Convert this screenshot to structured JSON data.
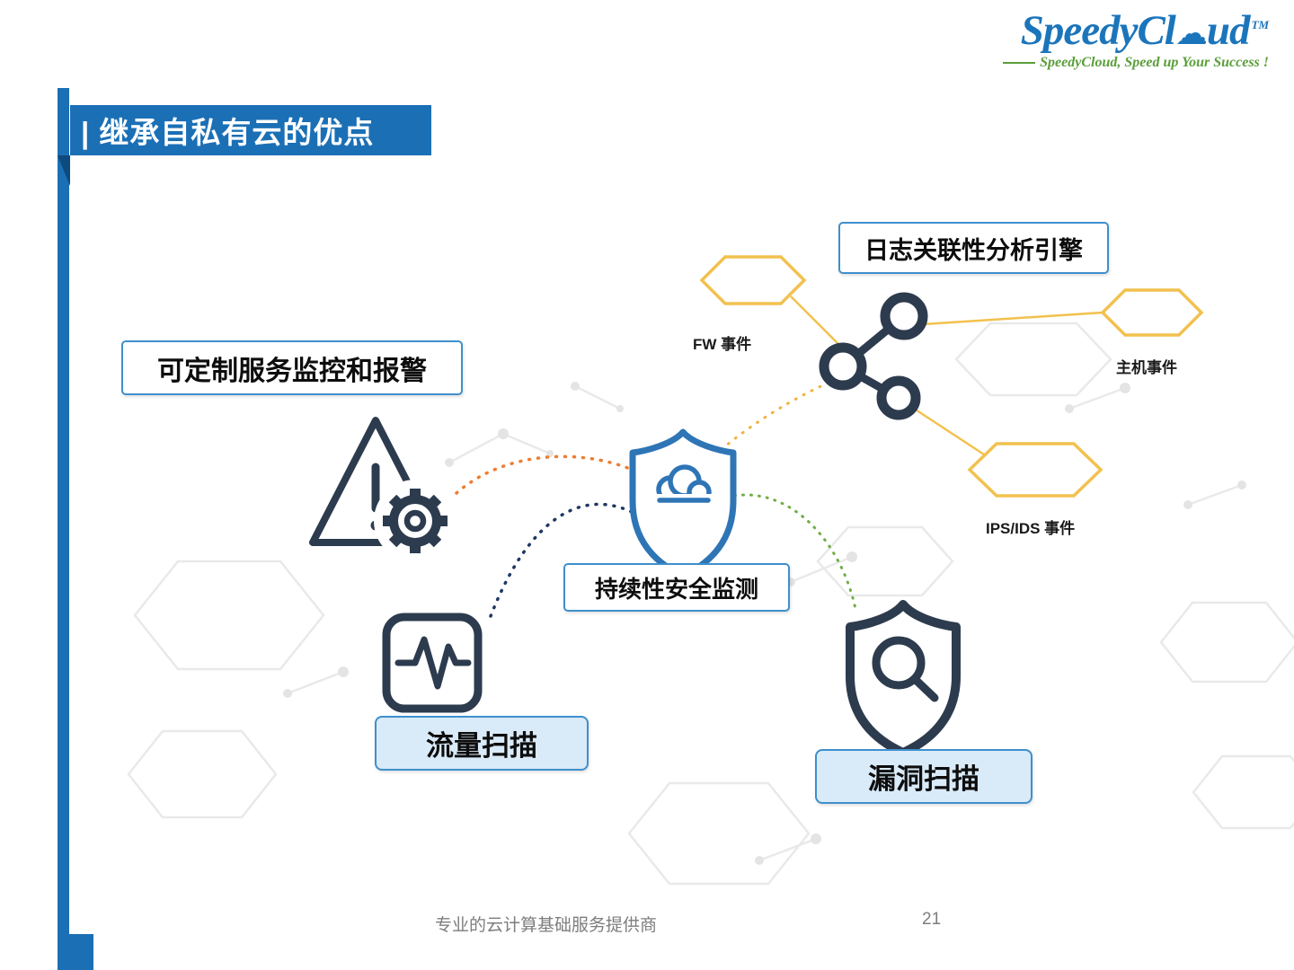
{
  "header": {
    "title": "| 继承自私有云的优点"
  },
  "logo": {
    "brand_prefix": "Speedy",
    "brand_cl": "Cl",
    "brand_ud": "ud",
    "trademark": "TM",
    "tagline": "SpeedyCloud, Speed up Your Success !"
  },
  "diagram": {
    "log_engine_label": "日志关联性分析引擎",
    "monitor_label": "可定制服务监控和报警",
    "fw_event_label": "FW 事件",
    "host_event_label": "主机事件",
    "ips_event_label": "IPS/IDS 事件",
    "continuous_label": "持续性安全监测",
    "traffic_label": "流量扫描",
    "vuln_label": "漏洞扫描"
  },
  "page": {
    "footer_text": "专业的云计算基础服务提供商",
    "page_number": "21"
  },
  "colors": {
    "banner_blue": "#1b6fb5",
    "fold_blue": "#0d4a7d",
    "label_border_blue": "#3f8fcc",
    "light_blue_fill": "#d9eaf8",
    "icon_dark": "#2d3b4e",
    "shield_blue": "#2e75b6",
    "hex_yellow": "#f2c14e",
    "curve_orange": "#ed7d31",
    "curve_green": "#70ad47",
    "curve_navy": "#1f3864",
    "logo_blue": "#1b75bb",
    "tagline_green": "#5a9e3a",
    "footer_gray": "#7d7d7d"
  }
}
